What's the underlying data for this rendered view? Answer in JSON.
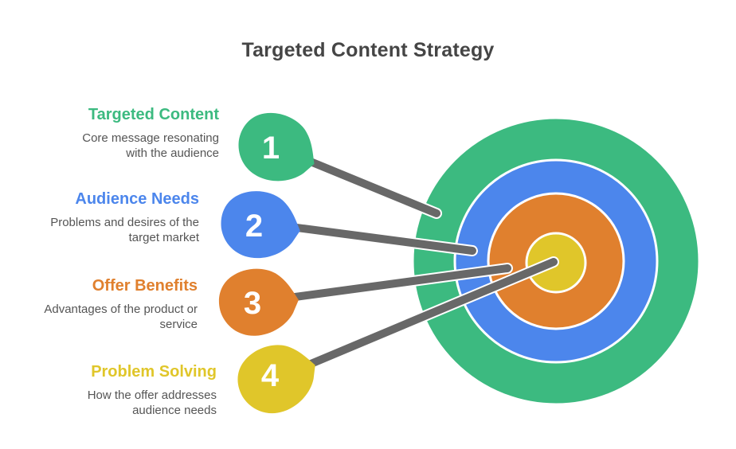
{
  "title": "Targeted Content Strategy",
  "colors": {
    "title_text": "#454545",
    "description_text": "#555555",
    "number_text": "#ffffff",
    "connector": "#686868",
    "ring_border": "#ffffff",
    "background": "#ffffff"
  },
  "items": [
    {
      "number": "1",
      "label": "Targeted Content",
      "description": "Core message resonating with the audience",
      "color": "#3CBA80"
    },
    {
      "number": "2",
      "label": "Audience Needs",
      "description": "Problems and desires of the target market",
      "color": "#4C86EC"
    },
    {
      "number": "3",
      "label": "Offer Benefits",
      "description": "Advantages of the product or service",
      "color": "#E0802E"
    },
    {
      "number": "4",
      "label": "Problem Solving",
      "description": "How the offer addresses audience needs",
      "color": "#E0C62A"
    }
  ],
  "target": {
    "rings": [
      {
        "name": "outer-ring",
        "item": "Targeted Content",
        "color": "#3CBA80"
      },
      {
        "name": "second-ring",
        "item": "Audience Needs",
        "color": "#4C86EC"
      },
      {
        "name": "third-ring",
        "item": "Offer Benefits",
        "color": "#E0802E"
      },
      {
        "name": "bullseye",
        "item": "Problem Solving",
        "color": "#E0C62A"
      }
    ]
  }
}
